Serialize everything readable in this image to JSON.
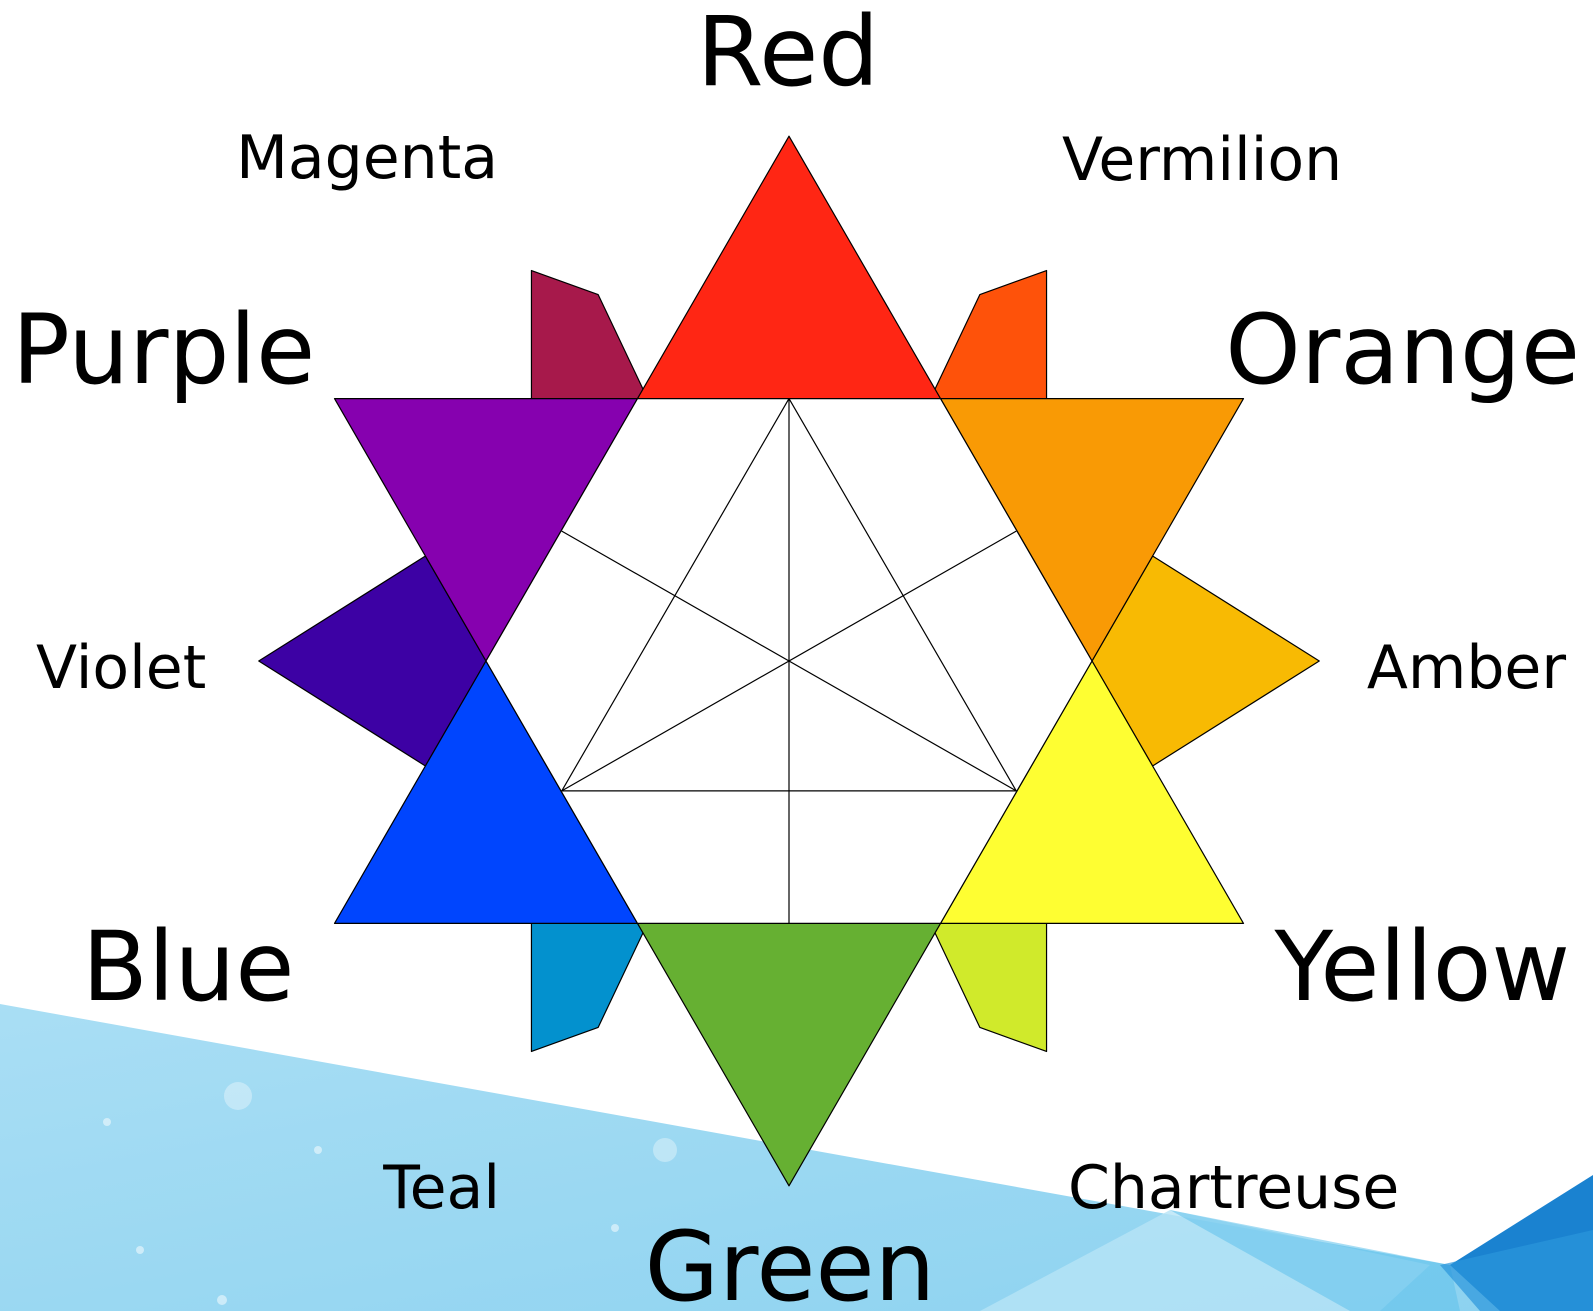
{
  "diagram": {
    "colors": [
      {
        "id": "red",
        "label": "Red",
        "tier": "primary",
        "hex": "#FF2614"
      },
      {
        "id": "vermilion",
        "label": "Vermilion",
        "tier": "tertiary",
        "hex": "#FE520A"
      },
      {
        "id": "orange",
        "label": "Orange",
        "tier": "secondary",
        "hex": "#F99A05"
      },
      {
        "id": "amber",
        "label": "Amber",
        "tier": "tertiary",
        "hex": "#F8BA03"
      },
      {
        "id": "yellow",
        "label": "Yellow",
        "tier": "primary",
        "hex": "#FEFE32"
      },
      {
        "id": "chartreuse",
        "label": "Chartreuse",
        "tier": "tertiary",
        "hex": "#D0EA2B"
      },
      {
        "id": "green",
        "label": "Green",
        "tier": "secondary",
        "hex": "#66B032"
      },
      {
        "id": "teal",
        "label": "Teal",
        "tier": "tertiary",
        "hex": "#0391CE"
      },
      {
        "id": "blue",
        "label": "Blue",
        "tier": "primary",
        "hex": "#0045FE"
      },
      {
        "id": "violet",
        "label": "Violet",
        "tier": "tertiary",
        "hex": "#3D01A4"
      },
      {
        "id": "purple",
        "label": "Purple",
        "tier": "secondary",
        "hex": "#8601AF"
      },
      {
        "id": "magenta",
        "label": "Magenta",
        "tier": "tertiary",
        "hex": "#A7194B"
      }
    ],
    "line_color": "#000000",
    "inner_fill": "#FFFFFF"
  },
  "background": {
    "accent_light": "#A9DEF4",
    "accent_mid": "#5EC1EB",
    "accent_dark": "#1A82D0"
  }
}
